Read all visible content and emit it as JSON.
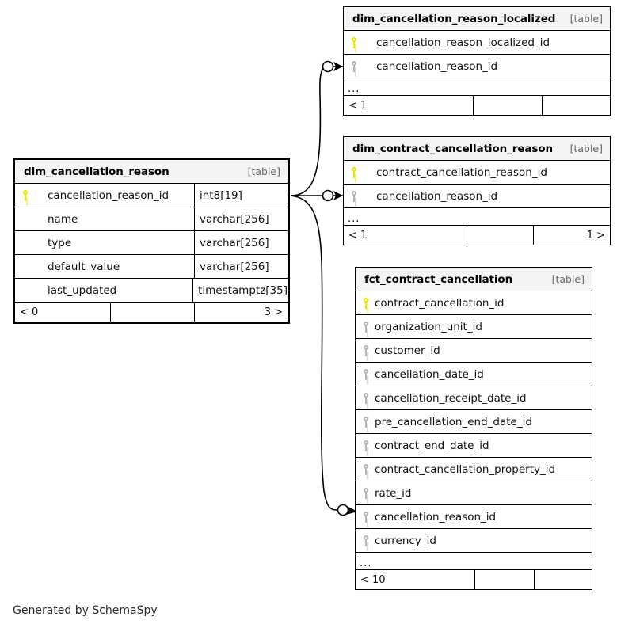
{
  "diagram": {
    "caption": "Generated by SchemaSpy",
    "kind_label": "[table]",
    "ellipsis": "...",
    "colors": {
      "primary_key": "#e8e800",
      "foreign_key": "#b6b6b6",
      "header_bg": "#f4f4f4",
      "border": "#000000",
      "background": "#ffffff"
    }
  },
  "tables": [
    {
      "id": "dim_cancellation_reason_localized",
      "name": "dim_cancellation_reason_localized",
      "kind": "[table]",
      "columns": [
        {
          "key": "pk",
          "name": "cancellation_reason_localized_id",
          "type": ""
        },
        {
          "key": "fk",
          "name": "cancellation_reason_id",
          "type": ""
        }
      ],
      "has_ellipsis": true,
      "footer": {
        "left": "< 1",
        "middle": "",
        "right": ""
      }
    },
    {
      "id": "dim_contract_cancellation_reason",
      "name": "dim_contract_cancellation_reason",
      "kind": "[table]",
      "columns": [
        {
          "key": "pk",
          "name": "contract_cancellation_reason_id",
          "type": ""
        },
        {
          "key": "fk",
          "name": "cancellation_reason_id",
          "type": ""
        }
      ],
      "has_ellipsis": true,
      "footer": {
        "left": "< 1",
        "middle": "",
        "right": "1 >"
      }
    },
    {
      "id": "dim_cancellation_reason",
      "name": "dim_cancellation_reason",
      "kind": "[table]",
      "focused": true,
      "columns": [
        {
          "key": "pk",
          "name": "cancellation_reason_id",
          "type": "int8[19]"
        },
        {
          "key": "none",
          "name": "name",
          "type": "varchar[256]"
        },
        {
          "key": "none",
          "name": "type",
          "type": "varchar[256]"
        },
        {
          "key": "none",
          "name": "default_value",
          "type": "varchar[256]"
        },
        {
          "key": "none",
          "name": "last_updated",
          "type": "timestamptz[35]"
        }
      ],
      "has_ellipsis": false,
      "footer": {
        "left": "< 0",
        "middle": "",
        "right": "3 >"
      }
    },
    {
      "id": "fct_contract_cancellation",
      "name": "fct_contract_cancellation",
      "kind": "[table]",
      "columns": [
        {
          "key": "pk",
          "name": "contract_cancellation_id",
          "type": ""
        },
        {
          "key": "fk",
          "name": "organization_unit_id",
          "type": ""
        },
        {
          "key": "fk",
          "name": "customer_id",
          "type": ""
        },
        {
          "key": "fk",
          "name": "cancellation_date_id",
          "type": ""
        },
        {
          "key": "fk",
          "name": "cancellation_receipt_date_id",
          "type": ""
        },
        {
          "key": "fk",
          "name": "pre_cancellation_end_date_id",
          "type": ""
        },
        {
          "key": "fk",
          "name": "contract_end_date_id",
          "type": ""
        },
        {
          "key": "fk",
          "name": "contract_cancellation_property_id",
          "type": ""
        },
        {
          "key": "fk",
          "name": "rate_id",
          "type": ""
        },
        {
          "key": "fk",
          "name": "cancellation_reason_id",
          "type": ""
        },
        {
          "key": "fk",
          "name": "currency_id",
          "type": ""
        }
      ],
      "has_ellipsis": true,
      "footer": {
        "left": "< 10",
        "middle": "",
        "right": ""
      }
    }
  ],
  "relationships": [
    {
      "from": "dim_cancellation_reason",
      "to": "dim_cancellation_reason_localized",
      "from_column": "cancellation_reason_id",
      "to_column": "cancellation_reason_id"
    },
    {
      "from": "dim_cancellation_reason",
      "to": "dim_contract_cancellation_reason",
      "from_column": "cancellation_reason_id",
      "to_column": "cancellation_reason_id"
    },
    {
      "from": "dim_cancellation_reason",
      "to": "fct_contract_cancellation",
      "from_column": "cancellation_reason_id",
      "to_column": "cancellation_reason_id"
    }
  ]
}
